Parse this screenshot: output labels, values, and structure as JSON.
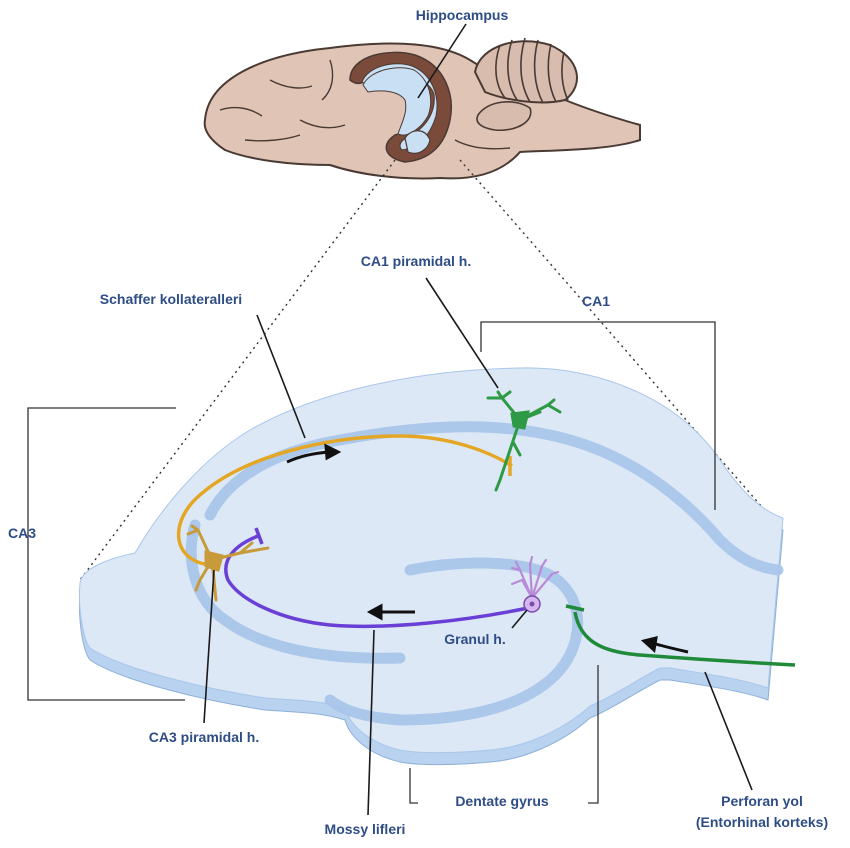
{
  "labels": {
    "hippocampus": "Hippocampus",
    "ca1_pyramidal": "CA1 piramidal h.",
    "schaffer": "Schaffer kollateralleri",
    "ca1": "CA1",
    "ca3": "CA3",
    "granule": "Granul h.",
    "ca3_pyramidal": "CA3 piramidal h.",
    "dentate": "Dentate gyrus",
    "perforant_1": "Perforan yol",
    "perforant_2": "(Entorhinal korteks)",
    "mossy": "Mossy lifleri"
  },
  "colors": {
    "tissue": "#dde8f6",
    "tissue_edge": "#9fbfe2",
    "cell_layer": "#a9c6ea",
    "schaffer": "#e3a625",
    "mossy": "#6a3fd6",
    "perforant": "#1f8a3a",
    "ca1_cell": "#2f9a45",
    "ca3_cell": "#c79a3a",
    "granule_cell": "#b98ad8",
    "brain": "#e0c4b6",
    "label": "#2e4d86"
  }
}
